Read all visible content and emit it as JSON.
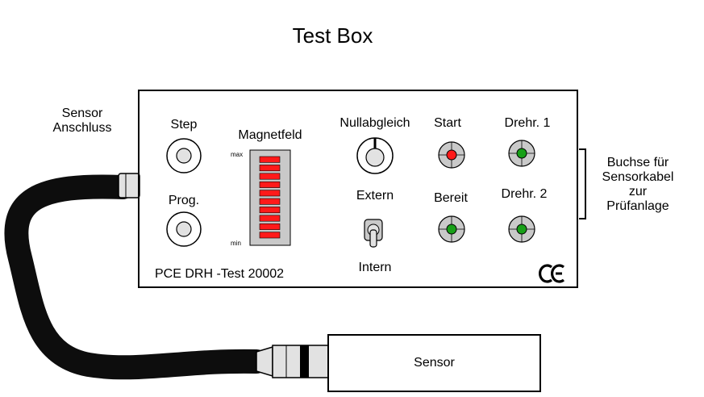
{
  "title": "Test Box",
  "labels": {
    "sensor_anschluss": [
      "Sensor",
      "Anschluss"
    ],
    "step": "Step",
    "prog": "Prog.",
    "magnetfeld": "Magnetfeld",
    "max": "max",
    "min": "min",
    "nullabgleich": "Nullabgleich",
    "extern": "Extern",
    "intern": "Intern",
    "start": "Start",
    "bereit": "Bereit",
    "drehr1": "Drehr. 1",
    "drehr2": "Drehr. 2",
    "model": "PCE DRH -Test 20002",
    "ce_mark": "CE",
    "buchse": [
      "Buchse für",
      "Sensorkabel",
      "zur",
      "Prüfanlage"
    ],
    "sensor": "Sensor"
  },
  "magnetfeld_bar": {
    "segments_lit": 10,
    "segments_total": 10
  },
  "colors": {
    "segment_red": "#ff1a1a",
    "led_red": "#ff1a1a",
    "led_green": "#18a018",
    "panel_gray": "#c9c9c9",
    "button_fill": "#e2e2e2",
    "cable": "#0d0d0d"
  }
}
